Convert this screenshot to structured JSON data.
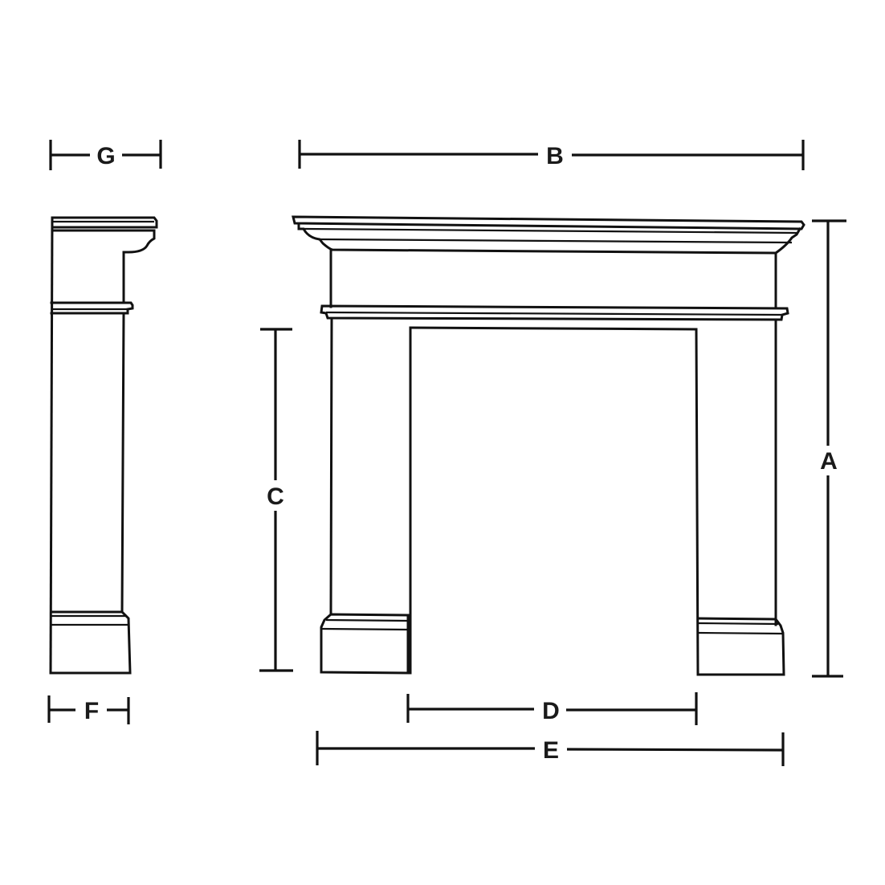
{
  "diagram": {
    "title": "Fireplace mantel dimension drawing",
    "stroke_color": "#111111",
    "background": "#ffffff",
    "views": [
      {
        "name": "side-view",
        "description": "Side profile of mantel"
      },
      {
        "name": "front-view",
        "description": "Front elevation of mantel"
      }
    ],
    "dimensions": {
      "A": {
        "label": "A",
        "meaning": "overall height"
      },
      "B": {
        "label": "B",
        "meaning": "shelf width"
      },
      "C": {
        "label": "C",
        "meaning": "opening height"
      },
      "D": {
        "label": "D",
        "meaning": "opening width"
      },
      "E": {
        "label": "E",
        "meaning": "overall width at base"
      },
      "F": {
        "label": "F",
        "meaning": "leg depth"
      },
      "G": {
        "label": "G",
        "meaning": "shelf depth"
      }
    }
  }
}
